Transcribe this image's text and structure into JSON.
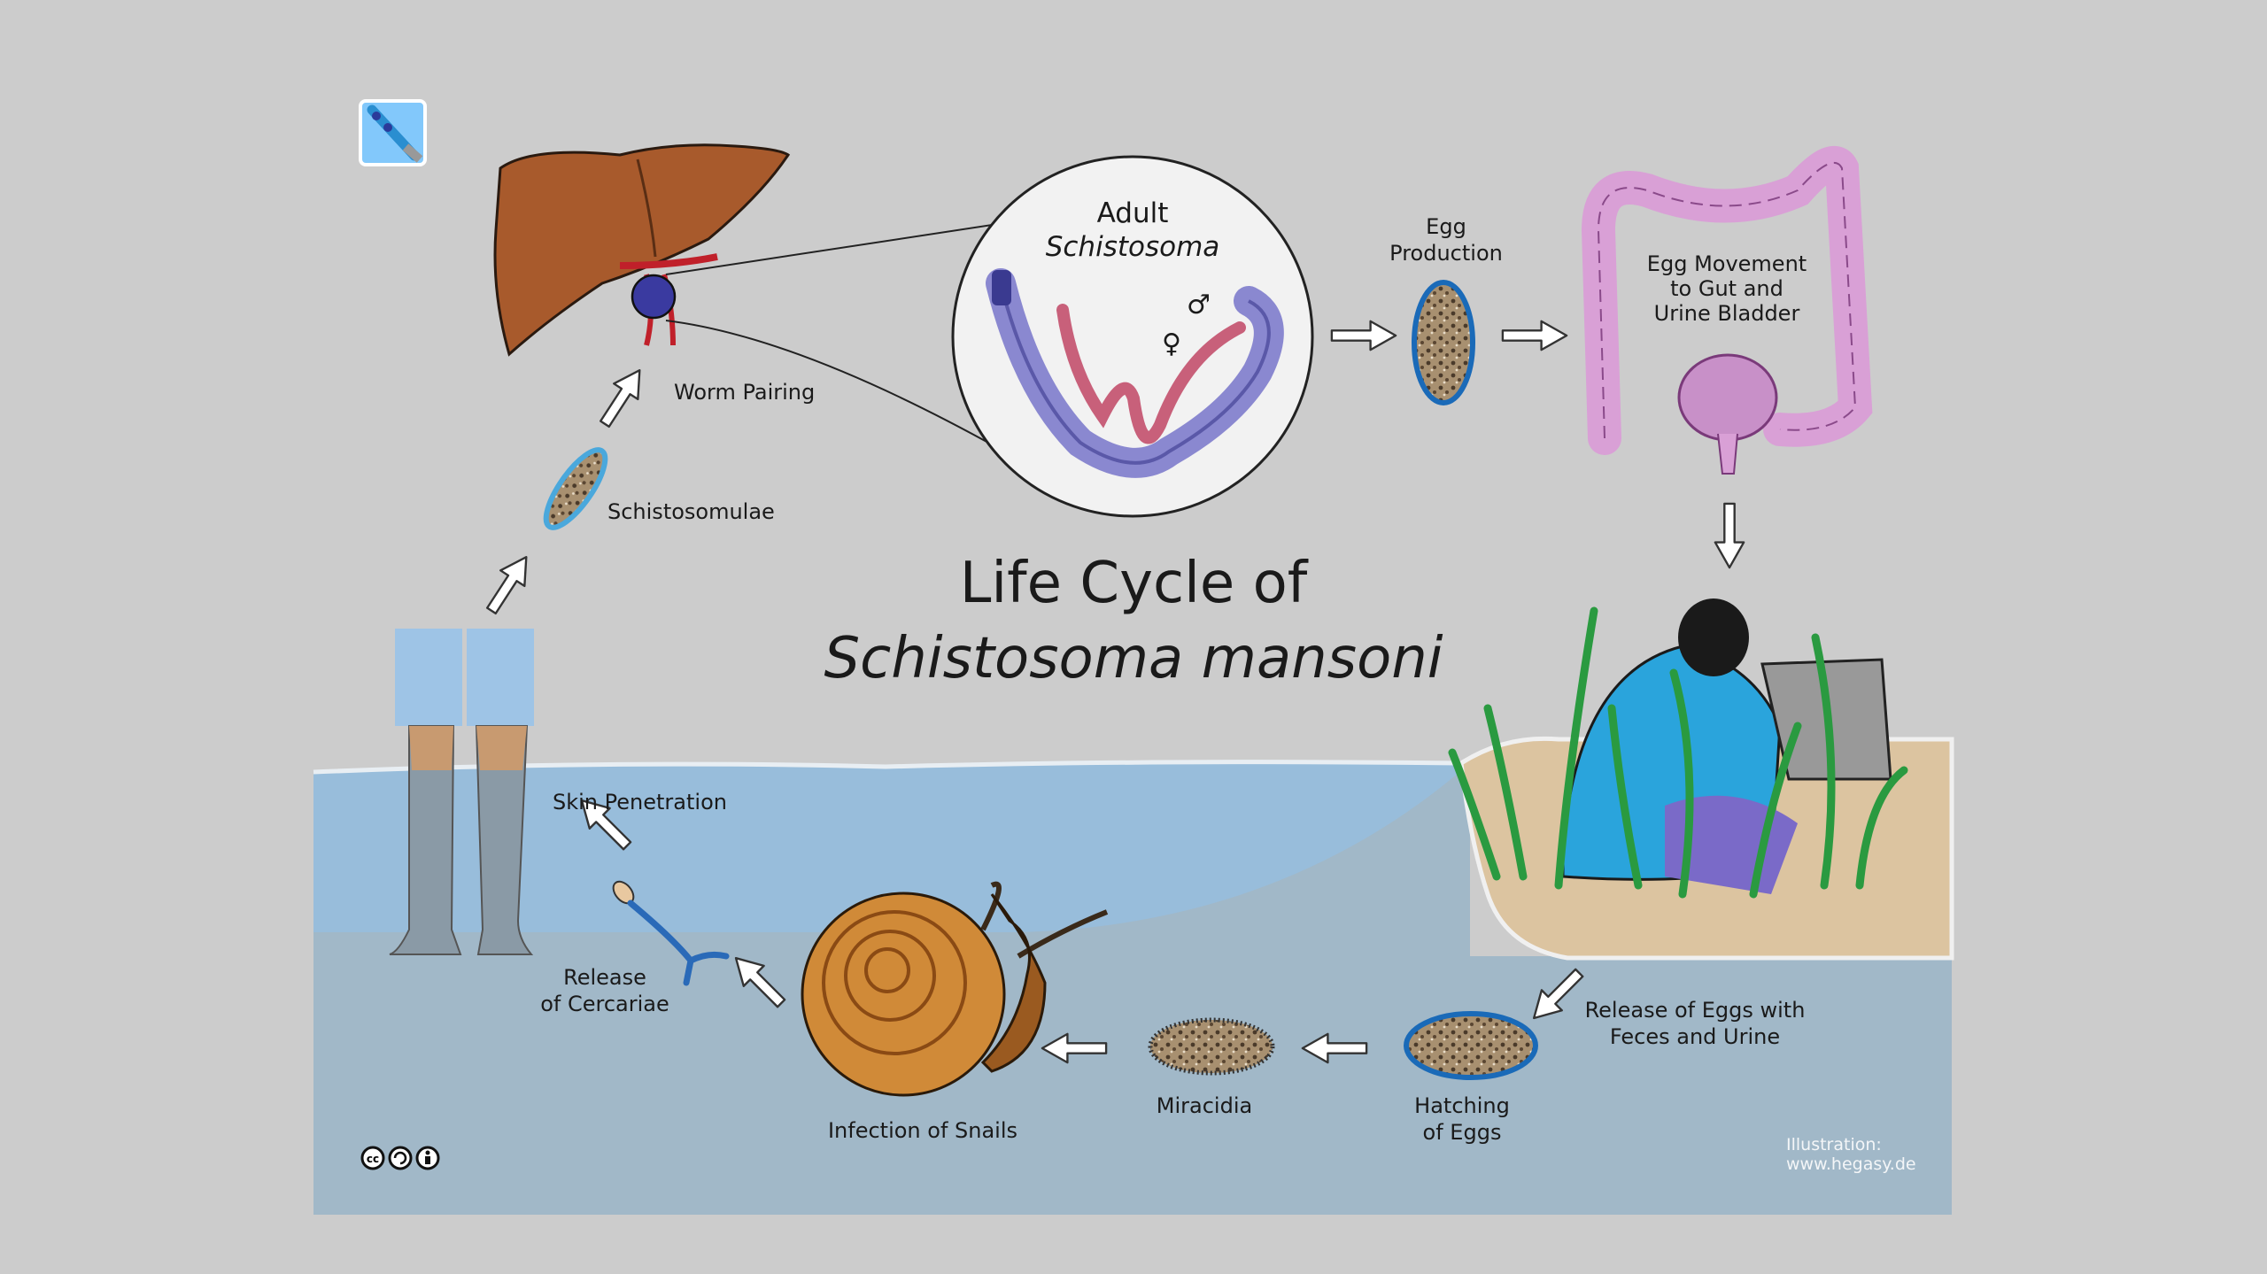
{
  "title": {
    "line1": "Life Cycle of",
    "line2": "Schistosoma mansoni"
  },
  "labels": {
    "adult_line1": "Adult",
    "adult_line2": "Schistosoma",
    "egg_production_1": "Egg",
    "egg_production_2": "Production",
    "egg_movement_1": "Egg Movement",
    "egg_movement_2": "to Gut and",
    "egg_movement_3": "Urine Bladder",
    "worm_pairing": "Worm Pairing",
    "schistosomulae": "Schistosomulae",
    "skin_penetration": "Skin Penetration",
    "release_cercariae_1": "Release",
    "release_cercariae_2": "of Cercariae",
    "infection_snails": "Infection of Snails",
    "miracidia": "Miracidia",
    "hatching_1": "Hatching",
    "hatching_2": "of Eggs",
    "release_eggs_1": "Release of Eggs with",
    "release_eggs_2": "Feces and Urine",
    "male_symbol": "♂",
    "female_symbol": "♀"
  },
  "credit": {
    "line1": "Illustration:",
    "line2": "www.hegasy.de"
  },
  "license_icons": [
    "cc-icon",
    "share-alike-icon",
    "attribution-icon"
  ],
  "colors": {
    "background": "#cccccc",
    "water_light": "#98bddb",
    "water_deep": "#a1b8c8",
    "sand": "#dcc4a0",
    "liver": "#a85a2c",
    "colon": "#d9a0d6",
    "arrow_fill": "#ffffff"
  }
}
